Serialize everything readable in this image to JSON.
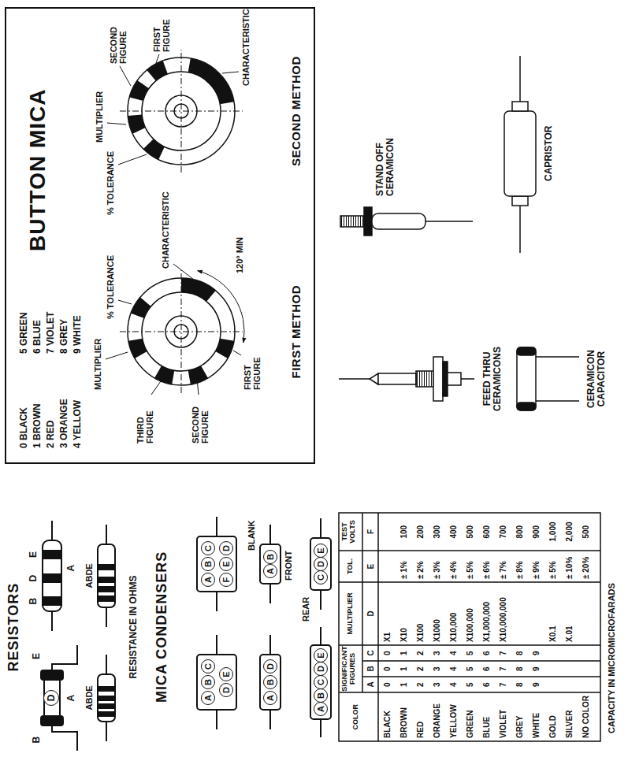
{
  "diagram": {
    "nodes": [
      {
        "text": [
          "BUTTON MICA"
        ]
      },
      {
        "text": [
          "D"
        ]
      },
      {
        "text": [
          "A"
        ]
      },
      {
        "text": [
          "B"
        ]
      },
      {
        "text": [
          "C"
        ]
      },
      {
        "text": [
          "D"
        ]
      },
      {
        "text": [
          "E"
        ]
      },
      {
        "text": [
          "A"
        ]
      },
      {
        "text": [
          "B"
        ]
      },
      {
        "text": [
          "D"
        ]
      },
      {
        "text": [
          "A"
        ]
      },
      {
        "text": [
          "B"
        ]
      },
      {
        "text": [
          "C"
        ]
      },
      {
        "text": [
          "D"
        ]
      },
      {
        "text": [
          "E"
        ]
      },
      {
        "text": [
          "A"
        ]
      },
      {
        "text": [
          "B"
        ]
      },
      {
        "text": [
          "C"
        ]
      },
      {
        "text": [
          "F"
        ]
      },
      {
        "text": [
          "E"
        ]
      },
      {
        "text": [
          "D"
        ]
      },
      {
        "text": [
          "A"
        ]
      },
      {
        "text": [
          "B"
        ]
      },
      {
        "text": [
          "C"
        ]
      },
      {
        "text": [
          "D"
        ]
      },
      {
        "text": [
          "E"
        ]
      }
    ],
    "labels": [
      "RESISTORS",
      "B",
      "E",
      "A",
      "B",
      "D",
      "E",
      "A",
      "ABDE",
      "ABDE",
      "RESISTANCE IN OHMS",
      "MICA CONDENSERS",
      "BLANK",
      "FRONT",
      "REAR",
      "0 BLACK",
      "1 BROWN",
      "2 RED",
      "3 ORANGE",
      "4 YELLOW",
      "5 GREEN",
      "6 BLUE",
      "7 VIOLET",
      "8 GREY",
      "9 WHITE",
      "THIRD FIGURE",
      "SECOND FIGURE",
      "FIRST FIGURE",
      "MULTIPLIER",
      "% TOLERANCE",
      "CHARACTERISTIC",
      "120° MIN",
      "% TOLERANCE",
      "MULTIPLIER",
      "SECOND FIGURE",
      "FIRST FIGURE",
      "CHARACTERISTIC",
      "FIRST METHOD",
      "SECOND METHOD",
      "FEED THRU CERAMICONS",
      "STAND OFF CERAMICON",
      "CERAMICON CAPACITOR",
      "CAPRISTOR",
      "COLOR",
      "SIGNIFICANT FIGURES",
      "MULTIPLIER",
      "TOL.",
      "TEST VOLTS",
      "A",
      "B",
      "C",
      "D",
      "E",
      "F",
      "BLACK",
      "BROWN",
      "RED",
      "ORANGE",
      "YELLOW",
      "GREEN",
      "BLUE",
      "VIOLET",
      "GREY",
      "WHITE",
      "GOLD",
      "SILVER",
      "NO COLOR",
      "0",
      "1",
      "2",
      "3",
      "4",
      "5",
      "6",
      "7",
      "8",
      "9",
      "0",
      "1",
      "2",
      "3",
      "4",
      "5",
      "6",
      "7",
      "8",
      "9",
      "0",
      "1",
      "2",
      "3",
      "4",
      "5",
      "6",
      "7",
      "8",
      "9",
      "X1",
      "X10",
      "X100",
      "X1000",
      "X10,000",
      "X100,000",
      "X1,000,000",
      "X10,000,000",
      "X0.1",
      "X.01",
      "± 1%",
      "± 2%",
      "± 3%",
      "± 4%",
      "± 5%",
      "± 6%",
      "± 7%",
      "± 8%",
      "± 9%",
      "± 5%",
      "± 10%",
      "± 20%",
      "100",
      "200",
      "300",
      "400",
      "500",
      "600",
      "700",
      "800",
      "900",
      "1,000",
      "2,000",
      "500",
      "CAPACITY IN MICROMICROFARADS"
    ]
  }
}
